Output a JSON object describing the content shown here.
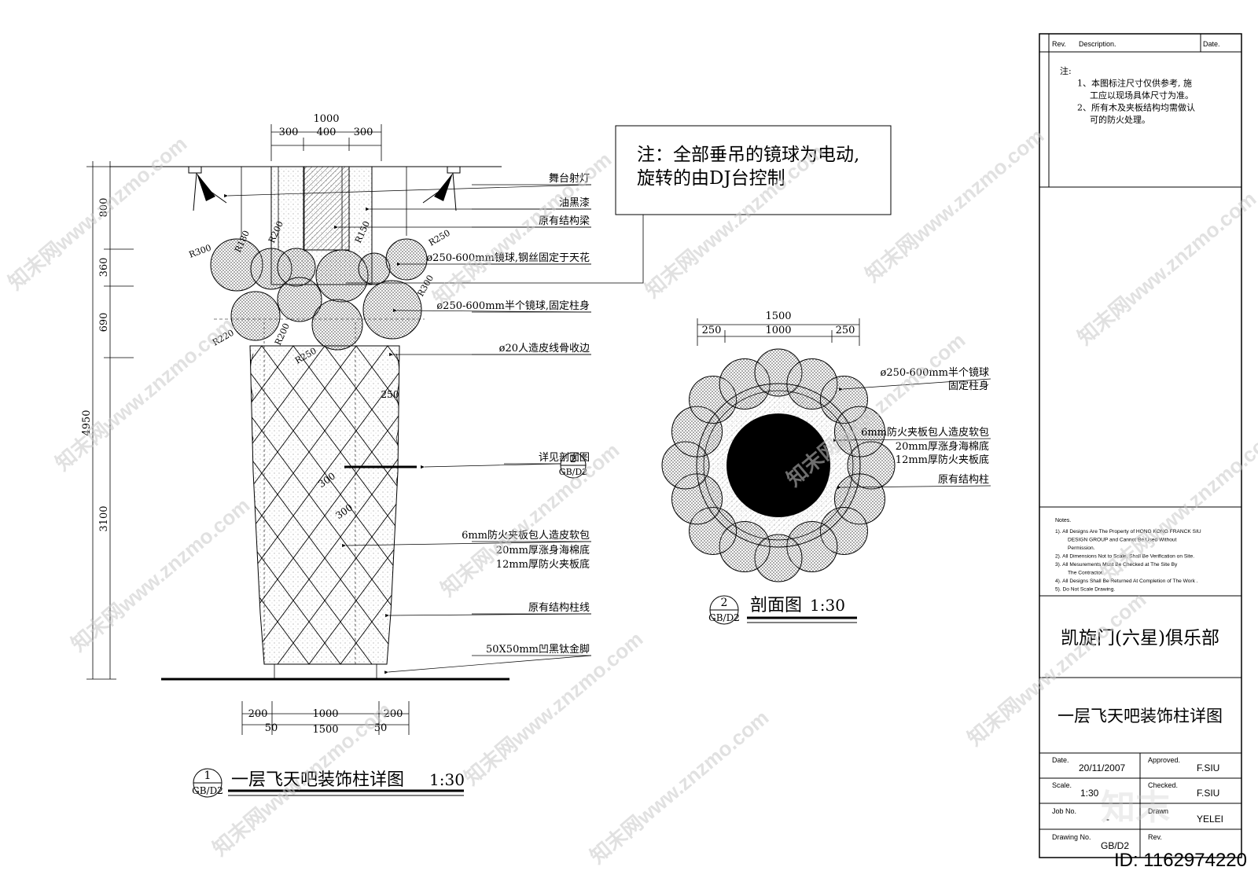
{
  "elevation": {
    "dims_top": {
      "total": "1000",
      "left": "300",
      "mid": "400",
      "right": "300"
    },
    "dims_left": {
      "total": "4950",
      "d1": "800",
      "d2": "360",
      "d3": "690",
      "d4": "3100"
    },
    "dims_bottom": {
      "a": "200",
      "b": "1000",
      "c": "200",
      "d": "50",
      "e": "1500",
      "f": "50"
    },
    "radius_labels": [
      "R300",
      "R180",
      "R200",
      "R150",
      "R250",
      "R300",
      "R220",
      "R200",
      "R250"
    ],
    "diamond_dims": [
      "250",
      "300",
      "300"
    ],
    "callouts": [
      "舞台射灯",
      "油黑漆",
      "原有结构梁",
      "ø250-600mm镜球,钢丝固定于天花",
      "ø250-600mm半个镜球,固定柱身",
      "ø20人造皮线骨收边",
      "详见剖面图",
      "6mm防火夹板包人造皮软包",
      "20mm厚涨身海棉底",
      "12mm厚防火夹板底",
      "原有结构柱线",
      "50X50mm凹黑钛金脚"
    ],
    "detail_ref": {
      "num": "2",
      "sheet": "GB/D2"
    },
    "title": {
      "num": "1",
      "sheet": "GB/D2",
      "text": "一层飞天吧装饰柱详图",
      "scale": "1:30"
    }
  },
  "note": {
    "line1": "注：全部垂吊的镜球为电动,",
    "line2": "旋转的由DJ台控制"
  },
  "section": {
    "dims": {
      "total": "1500",
      "left": "250",
      "mid": "1000",
      "right": "250"
    },
    "callouts": [
      "ø250-600mm半个镜球",
      "固定柱身",
      "6mm防火夹板包人造皮软包",
      "20mm厚涨身海棉底",
      "12mm厚防火夹板底",
      "原有结构柱"
    ],
    "title": {
      "num": "2",
      "sheet": "GB/D2",
      "text": "剖面图",
      "scale": "1:30"
    }
  },
  "title_block": {
    "rev_header": "Rev.",
    "desc_header": "Description.",
    "date_header": "Date.",
    "notes_cn": [
      "注:",
      "1、本图标注尺寸仅供参考, 施",
      "工应以现场具体尺寸为准。",
      "2、所有木及夹板结构均需做认",
      "可的防火处理。"
    ],
    "notes_title": "Notes.",
    "notes_en": [
      "1).  All Designs Are The Property of HONG KONG FRANCK SIU",
      "DESIGN GROUP and Cannot Be Used Without",
      "Permission.",
      "2).  All Dimensions Not to Scale, Shall Be Verification on Site.",
      "3).  All Mesurements Must Be Checked at The Site By",
      "The Contractor.",
      "4).  All Designs Shall Be Returned At Completion of The Work .",
      "5).  Do Not Scale Drawing."
    ],
    "project": "凯旋门(六星)俱乐部",
    "drawing_title": "一层飞天吧装饰柱详图",
    "date_label": "Date.",
    "date_value": "20/11/2007",
    "approved_label": "Approved.",
    "approved_value": "F.SIU",
    "scale_label": "Scale.",
    "scale_value": "1:30",
    "checked_label": "Checked.",
    "checked_value": "F.SIU",
    "job_label": "Job No.",
    "job_value": "-",
    "drawn_label": "Drawn",
    "drawn_value": "YELEI",
    "drawing_no_label": "Drawing No.",
    "drawing_no_value": "GB/D2",
    "rev_label": "Rev."
  },
  "watermark": {
    "text": "知末网www.znzmo.com",
    "logo": "知末",
    "id": "ID: 1162974220"
  }
}
